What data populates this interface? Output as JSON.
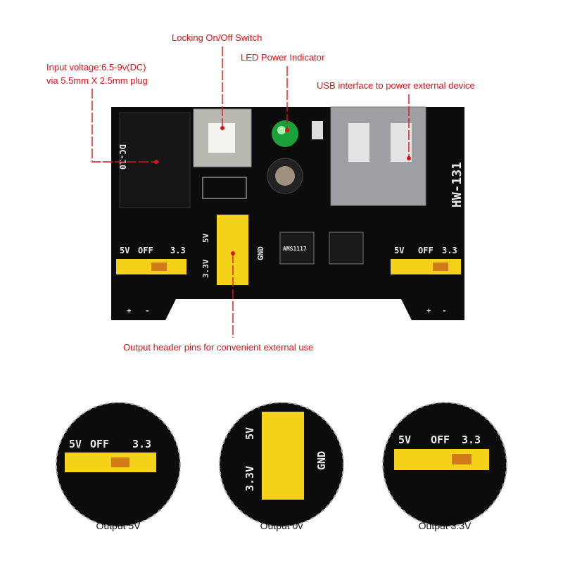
{
  "callouts": {
    "switch": "Locking On/Off Switch",
    "led": "LED Power Indicator",
    "input_line1": "Input voltage:6.5-9v(DC)",
    "input_line2": "via 5.5mm X 2.5mm plug",
    "usb": "USB interface to power external device",
    "header": "Output header pins for convenient external use"
  },
  "board": {
    "model": "HW-131",
    "jack_label": "DC-10",
    "left_jumper": [
      "5V",
      "OFF",
      "3.3"
    ],
    "right_jumper": [
      "5V",
      "OFF",
      "3.3"
    ],
    "header_labels": [
      "5V",
      "3.3V",
      "GND"
    ],
    "regulator": "AMS1117",
    "polarity": [
      "+",
      "-"
    ]
  },
  "details": [
    {
      "caption": "Output 5V",
      "labels": [
        "5V",
        "OFF",
        "3.3"
      ]
    },
    {
      "caption": "Output 0v",
      "labels": [
        "5V",
        "3.3V",
        "GND"
      ]
    },
    {
      "caption": "Output 3.3V",
      "labels": [
        "5V",
        "OFF",
        "3.3"
      ]
    }
  ],
  "colors": {
    "callout": "#e0101a",
    "board": "#0c0c0c",
    "jumper": "#f4d21a"
  }
}
